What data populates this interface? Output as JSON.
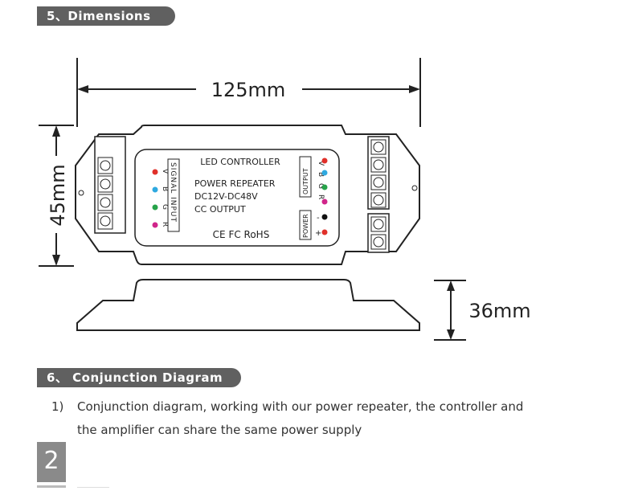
{
  "section5": {
    "title": "5、Dimensions"
  },
  "section6": {
    "title": "6、 Conjunction Diagram"
  },
  "dims": {
    "width": "125mm",
    "height": "45mm",
    "depth": "36mm"
  },
  "device": {
    "title": "LED CONTROLLER",
    "line1": "POWER REPEATER",
    "line2": "DC12V-DC48V",
    "line3": "CC OUTPUT",
    "certs": "CE FC RoHS",
    "signal_input": "SIGNAL INPUT",
    "output": "OUTPUT",
    "power": "POWER",
    "left_pins": [
      "V",
      "B",
      "G",
      "R"
    ],
    "right_pins": [
      "V",
      "B",
      "G",
      "R"
    ],
    "power_pins": [
      "-",
      "+"
    ],
    "colors": {
      "red": "#e0302a",
      "blue": "#2fa9e0",
      "green": "#27a34a",
      "magenta": "#d0258a",
      "black": "#111111"
    }
  },
  "para": {
    "number": "1)",
    "line1": "Conjunction diagram, working with our power repeater, the controller and",
    "line2": "the amplifier can share the same power supply"
  },
  "page": {
    "number": "2"
  }
}
